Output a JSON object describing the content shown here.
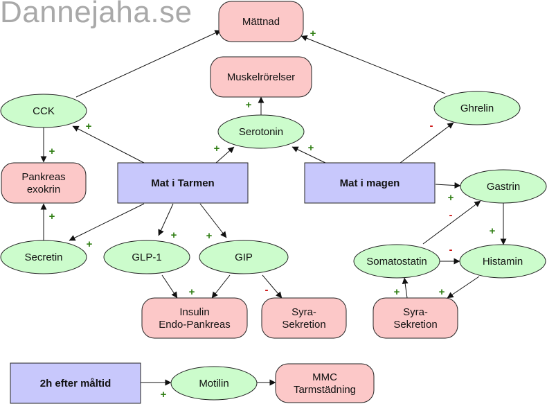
{
  "watermark": "Dannejaha.se",
  "colors": {
    "effect": "#fcc8c8",
    "hormone": "#ccfccc",
    "source": "#c8c8fc",
    "stroke": "#222222",
    "plus": "#2e7d12",
    "minus": "#cc1010"
  },
  "nodes": [
    {
      "id": "mattnad",
      "shape": "effect",
      "lines": [
        "Mättnad"
      ]
    },
    {
      "id": "muskel",
      "shape": "effect",
      "lines": [
        "Muskelrörelser"
      ]
    },
    {
      "id": "cck",
      "shape": "hormone",
      "lines": [
        "CCK"
      ]
    },
    {
      "id": "serotonin",
      "shape": "hormone",
      "lines": [
        "Serotonin"
      ]
    },
    {
      "id": "ghrelin",
      "shape": "hormone",
      "lines": [
        "Ghrelin"
      ]
    },
    {
      "id": "pankreas",
      "shape": "effect",
      "lines": [
        "Pankreas",
        "exokrin"
      ]
    },
    {
      "id": "mat-tarmen",
      "shape": "source",
      "lines": [
        "Mat i Tarmen"
      ]
    },
    {
      "id": "mat-magen",
      "shape": "source",
      "lines": [
        "Mat i magen"
      ]
    },
    {
      "id": "gastrin",
      "shape": "hormone",
      "lines": [
        "Gastrin"
      ]
    },
    {
      "id": "secretin",
      "shape": "hormone",
      "lines": [
        "Secretin"
      ]
    },
    {
      "id": "glp1",
      "shape": "hormone",
      "lines": [
        "GLP-1"
      ]
    },
    {
      "id": "gip",
      "shape": "hormone",
      "lines": [
        "GIP"
      ]
    },
    {
      "id": "somatostatin",
      "shape": "hormone",
      "lines": [
        "Somatostatin"
      ]
    },
    {
      "id": "histamin",
      "shape": "hormone",
      "lines": [
        "Histamin"
      ]
    },
    {
      "id": "insulin",
      "shape": "effect",
      "lines": [
        "Insulin",
        "Endo-Pankreas"
      ]
    },
    {
      "id": "syra1",
      "shape": "effect",
      "lines": [
        "Syra-",
        "Sekretion"
      ]
    },
    {
      "id": "syra2",
      "shape": "effect",
      "lines": [
        "Syra-",
        "Sekretion"
      ]
    },
    {
      "id": "efter",
      "shape": "source",
      "lines": [
        "2h efter måltid"
      ]
    },
    {
      "id": "motilin",
      "shape": "hormone",
      "lines": [
        "Motilin"
      ]
    },
    {
      "id": "mmc",
      "shape": "effect",
      "lines": [
        "MMC",
        "Tarmstädning"
      ]
    }
  ],
  "edges": [
    {
      "from": "cck",
      "to": "mattnad",
      "sign": "+"
    },
    {
      "from": "serotonin",
      "to": "muskel",
      "sign": "+"
    },
    {
      "from": "ghrelin",
      "to": "mattnad",
      "sign": "+"
    },
    {
      "from": "mat-tarmen",
      "to": "cck",
      "sign": "+"
    },
    {
      "from": "cck",
      "to": "pankreas",
      "sign": "+"
    },
    {
      "from": "mat-tarmen",
      "to": "serotonin",
      "sign": "+"
    },
    {
      "from": "mat-magen",
      "to": "serotonin",
      "sign": "+"
    },
    {
      "from": "mat-magen",
      "to": "ghrelin",
      "sign": "-"
    },
    {
      "from": "mat-magen",
      "to": "gastrin",
      "sign": "+"
    },
    {
      "from": "secretin",
      "to": "pankreas",
      "sign": "+"
    },
    {
      "from": "mat-tarmen",
      "to": "secretin",
      "sign": "+"
    },
    {
      "from": "mat-tarmen",
      "to": "glp1",
      "sign": "+"
    },
    {
      "from": "mat-tarmen",
      "to": "gip",
      "sign": "+"
    },
    {
      "from": "glp1",
      "to": "insulin",
      "sign": "+"
    },
    {
      "from": "gip",
      "to": "insulin",
      "sign": "+"
    },
    {
      "from": "gip",
      "to": "syra1",
      "sign": "-"
    },
    {
      "from": "gastrin",
      "to": "histamin",
      "sign": "+"
    },
    {
      "from": "somatostatin",
      "to": "gastrin",
      "sign": "-"
    },
    {
      "from": "somatostatin",
      "to": "histamin",
      "sign": "-"
    },
    {
      "from": "syra2",
      "to": "somatostatin",
      "sign": "+"
    },
    {
      "from": "histamin",
      "to": "syra2",
      "sign": "+"
    },
    {
      "from": "efter",
      "to": "motilin",
      "sign": "+"
    },
    {
      "from": "motilin",
      "to": "mmc",
      "sign": ""
    }
  ]
}
